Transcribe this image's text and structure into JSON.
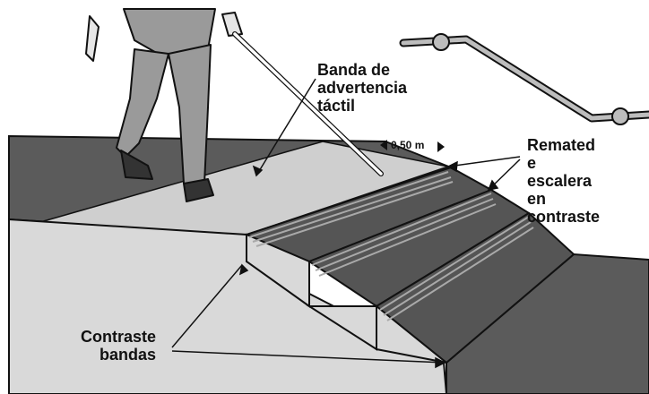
{
  "labels": {
    "tactile_band": [
      "Banda de",
      "advertencia",
      "táctil"
    ],
    "nosing": [
      "Remated",
      "e",
      "escalera",
      "en",
      "contraste"
    ],
    "contrast_bands": [
      "Contraste",
      "bandas"
    ],
    "dimension": "0,50 m"
  },
  "colors": {
    "floor_dark": "#5b5b5b",
    "tread_dark": "#555555",
    "tactile_band": "#cfcfcf",
    "wall_light": "#d9d9d9",
    "outline": "#111111",
    "nosing_stripe": "#a9a9a9",
    "handrail": "#bdbdbd",
    "figure_clothes": "#9a9a9a"
  }
}
